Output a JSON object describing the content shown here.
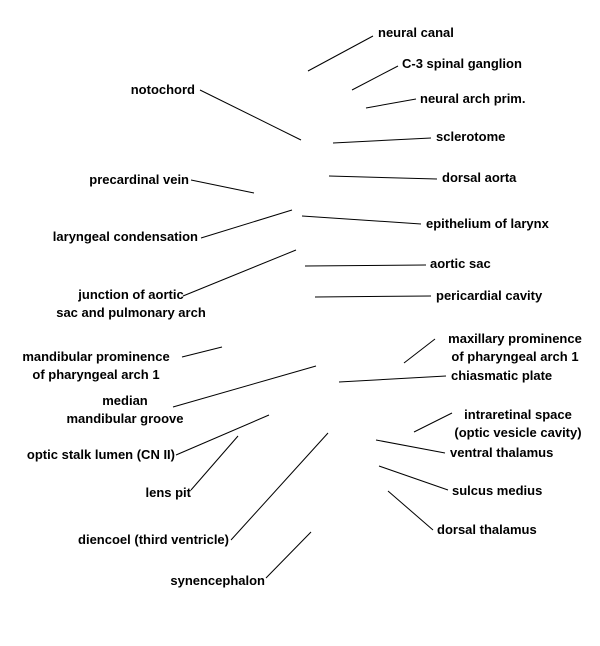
{
  "labels": {
    "neural_canal": "neural canal",
    "c3_spinal_ganglion": "C-3 spinal ganglion",
    "neural_arch_prim": "neural arch prim.",
    "notochord": "notochord",
    "sclerotome": "sclerotome",
    "precardinal_vein": "precardinal vein",
    "dorsal_aorta": "dorsal aorta",
    "epithelium_of_larynx": "epithelium of larynx",
    "laryngeal_condensation": "laryngeal condensation",
    "aortic_sac": "aortic sac",
    "junction_line1": "junction of aortic",
    "junction_line2": "sac and pulmonary arch",
    "pericardial_cavity": "pericardial cavity",
    "maxillary_line1": "maxillary prominence",
    "maxillary_line2": "of pharyngeal arch 1",
    "mandibular_line1": "mandibular prominence",
    "mandibular_line2": "of pharyngeal arch 1",
    "chiasmatic_plate": "chiasmatic plate",
    "median_line1": "median",
    "median_line2": "mandibular groove",
    "intraretinal_line1": "intraretinal space",
    "intraretinal_line2": "(optic vesicle cavity)",
    "optic_stalk_lumen": "optic stalk lumen (CN II)",
    "ventral_thalamus": "ventral thalamus",
    "lens_pit": "lens pit",
    "sulcus_medius": "sulcus medius",
    "dorsal_thalamus": "dorsal thalamus",
    "diencoel": "diencoel (third ventricle)",
    "synencephalon": "synencephalon"
  }
}
